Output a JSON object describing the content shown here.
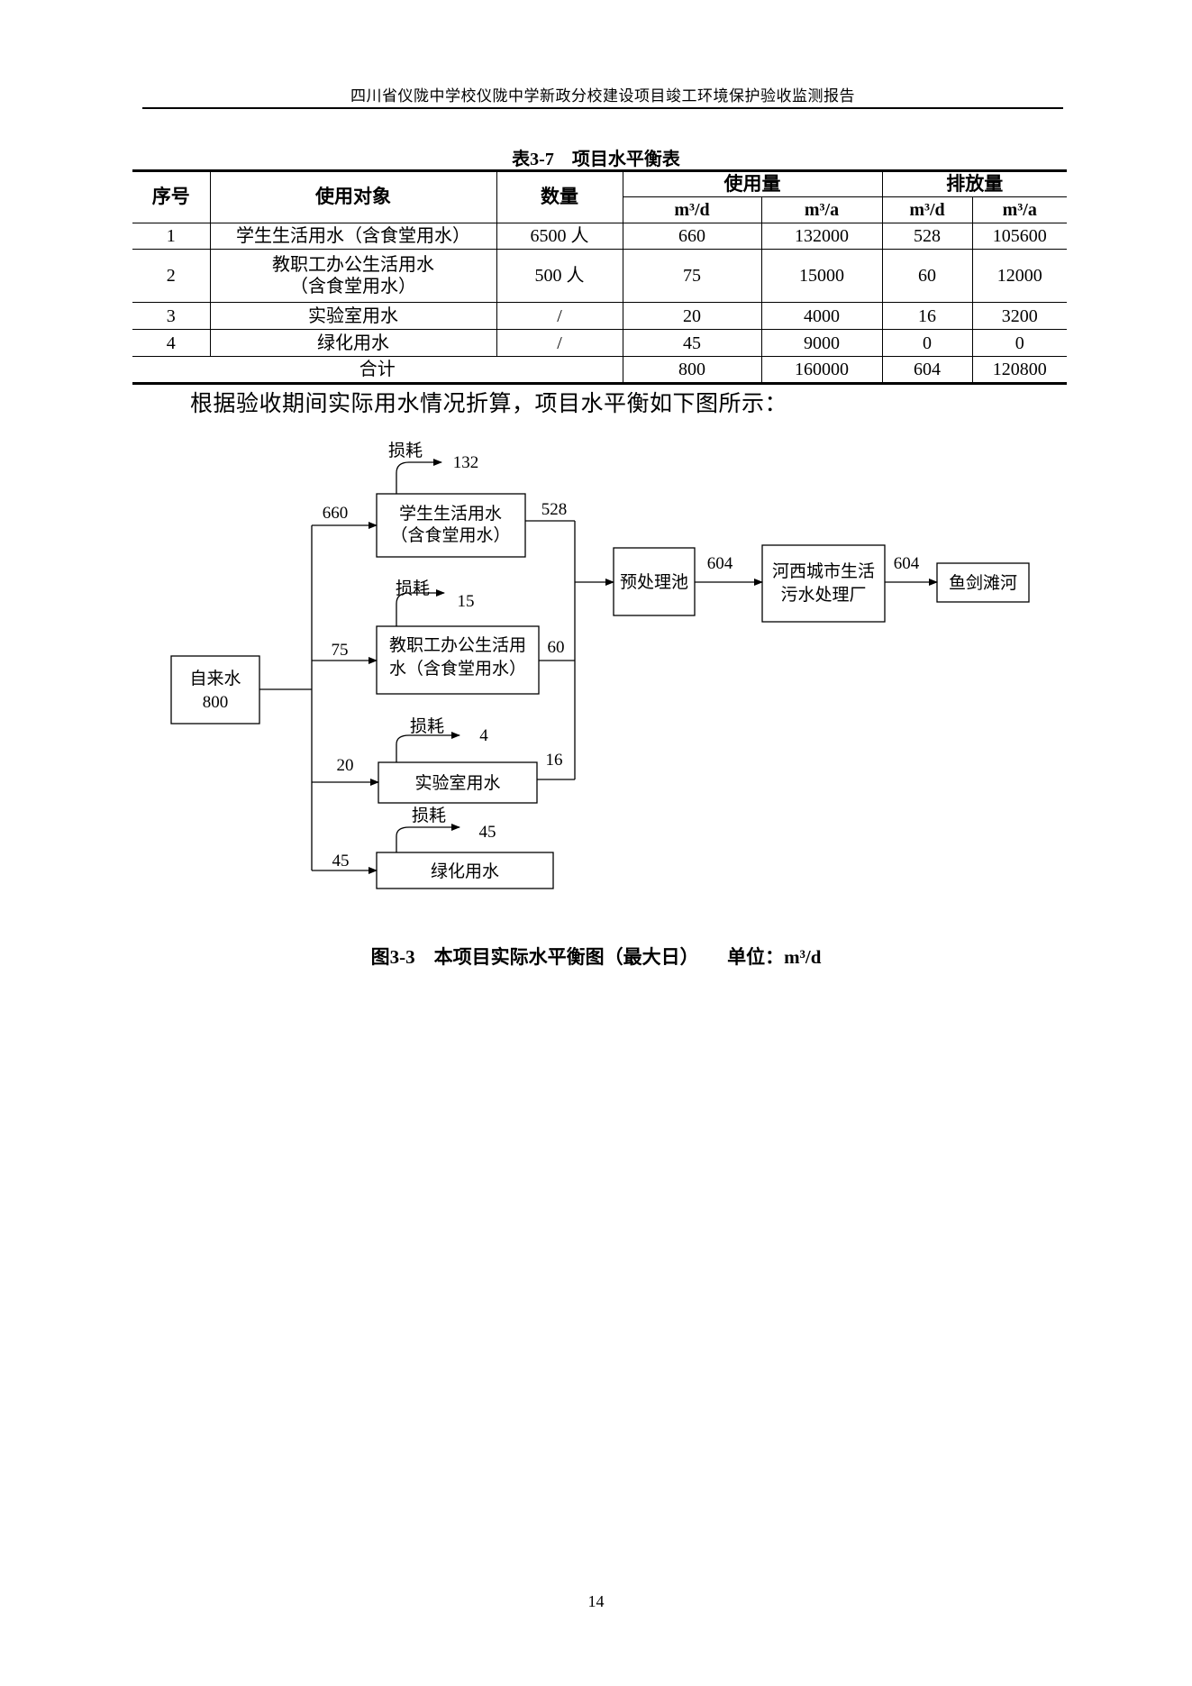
{
  "header": {
    "title": "四川省仪陇中学校仪陇中学新政分校建设项目竣工环境保护验收监测报告"
  },
  "table": {
    "caption": "表3-7　项目水平衡表",
    "headers": {
      "index": "序号",
      "object": "使用对象",
      "quantity": "数量",
      "usage": "使用量",
      "discharge": "排放量",
      "unit_d": "m³/d",
      "unit_a": "m³/a"
    },
    "rows": [
      {
        "index": "1",
        "object": "学生生活用水（含食堂用水）",
        "quantity": "6500 人",
        "use_d": "660",
        "use_a": "132000",
        "dis_d": "528",
        "dis_a": "105600"
      },
      {
        "index": "2",
        "object_line1": "教职工办公生活用水",
        "object_line2": "（含食堂用水）",
        "quantity": "500 人",
        "use_d": "75",
        "use_a": "15000",
        "dis_d": "60",
        "dis_a": "12000"
      },
      {
        "index": "3",
        "object": "实验室用水",
        "quantity": "/",
        "use_d": "20",
        "use_a": "4000",
        "dis_d": "16",
        "dis_a": "3200"
      },
      {
        "index": "4",
        "object": "绿化用水",
        "quantity": "/",
        "use_d": "45",
        "use_a": "9000",
        "dis_d": "0",
        "dis_a": "0"
      }
    ],
    "total": {
      "label": "合计",
      "use_d": "800",
      "use_a": "160000",
      "dis_d": "604",
      "dis_a": "120800"
    }
  },
  "paragraph": "根据验收期间实际用水情况折算，项目水平衡如下图所示：",
  "diagram": {
    "source_line1": "自来水",
    "source_line2": "800",
    "students_line1": "学生生活用水",
    "students_line2": "（含食堂用水）",
    "staff_line1": "教职工办公生活用",
    "staff_line2": "水（含食堂用水）",
    "lab": "实验室用水",
    "green": "绿化用水",
    "pretreat": "预处理池",
    "plant_line1": "河西城市生活",
    "plant_line2": "污水处理厂",
    "river": "鱼剑滩河",
    "loss_label": "损耗",
    "loss_students": "132",
    "loss_staff": "15",
    "loss_lab": "4",
    "loss_green": "45",
    "in_students": "660",
    "in_staff": "75",
    "in_lab": "20",
    "in_green": "45",
    "out_students": "528",
    "out_staff": "60",
    "out_lab": "16",
    "to_plant": "604",
    "to_river": "604"
  },
  "figure_caption": "图3-3　本项目实际水平衡图（最大日）　　单位：m³/d",
  "page_number": "14"
}
